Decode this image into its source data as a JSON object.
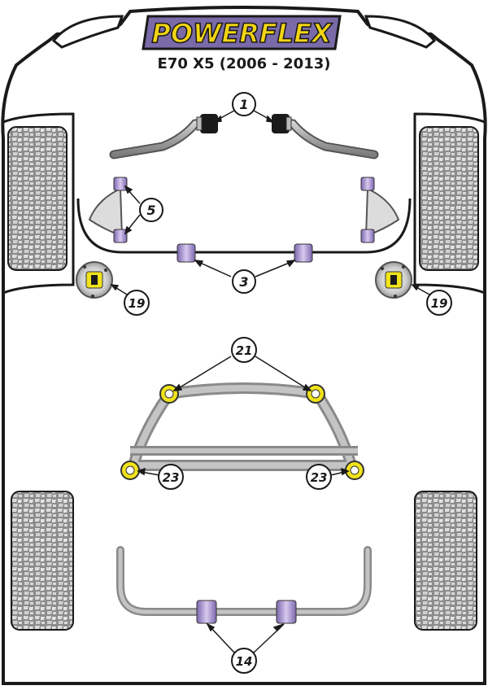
{
  "brand": {
    "name": "POWERFLEX",
    "logo_bg": "#7a6aa8",
    "logo_text_color": "#f1d414",
    "logo_outline": "#1a1a1a"
  },
  "vehicle": {
    "model_title": "E70 X5 (2006 - 2013)"
  },
  "colors": {
    "chassis_fill": "#ffffff",
    "chassis_stroke": "#1a1a1a",
    "bar_grey": "#a9a9a9",
    "bar_dark": "#6c6c6c",
    "bush_purple": "#b8a6d8",
    "bush_purple_dark": "#5b4a87",
    "bush_yellow": "#f1e31a",
    "tyre_fill": "#8a8a8a",
    "tyre_block": "#d8d8d8",
    "black_bush": "#1a1a1a"
  },
  "callouts": [
    {
      "id": "c1",
      "label": "1",
      "part": "front-anti-roll-bar-bush"
    },
    {
      "id": "c5",
      "label": "5",
      "part": "front-wishbone-bush"
    },
    {
      "id": "c3",
      "label": "3",
      "part": "front-anti-roll-bar-mount"
    },
    {
      "id": "c19L",
      "label": "19",
      "part": "front-top-mount-left"
    },
    {
      "id": "c19R",
      "label": "19",
      "part": "front-top-mount-right"
    },
    {
      "id": "c21",
      "label": "21",
      "part": "rear-subframe-front-mount"
    },
    {
      "id": "c23L",
      "label": "23",
      "part": "rear-subframe-rear-mount-left"
    },
    {
      "id": "c23R",
      "label": "23",
      "part": "rear-subframe-rear-mount-right"
    },
    {
      "id": "c14",
      "label": "14",
      "part": "rear-anti-roll-bar-bush"
    }
  ]
}
